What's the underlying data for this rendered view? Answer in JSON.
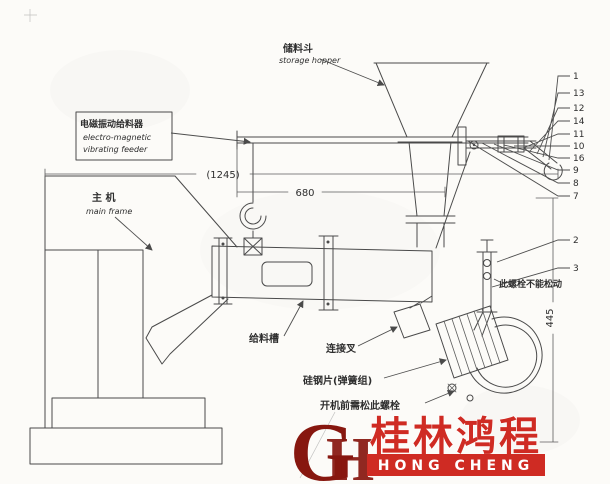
{
  "labels": {
    "storage_hopper": {
      "cn": "储料斗",
      "en": "storage hopper"
    },
    "feeder": {
      "cn": "电磁振动给料器",
      "en_line1": "electro-magnetic",
      "en_line2": "vibrating feeder"
    },
    "main_frame": {
      "cn": "主 机",
      "en": "main frame"
    },
    "feed_trough": "给料槽",
    "connecting_fork": "连接叉",
    "spring_pack": "硅钢片(弹簧组)",
    "loosen_before_start": "开机前需松此螺栓",
    "do_not_loosen": "此螺栓不能松动"
  },
  "dimensions": {
    "overall_length": "(1245)",
    "trough_length": "680",
    "height": "445"
  },
  "callouts": [
    "1",
    "13",
    "12",
    "14",
    "11",
    "10",
    "16",
    "9",
    "8",
    "7",
    "2",
    "3"
  ],
  "logo": {
    "monogram_g": "G",
    "monogram_h": "H",
    "brand_cn": "桂林鸿程",
    "brand_en": "HONG CHENG",
    "red": "#cf2b23",
    "maroon": "#87170f"
  }
}
